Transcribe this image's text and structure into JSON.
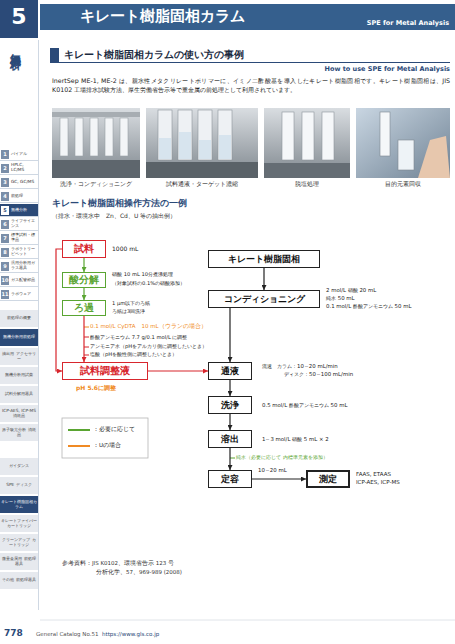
{
  "diagram": {
    "title": "キレート樹脂固相カラム",
    "nodes": [
      {
        "text": [
          "SPE for Metal Analysis"
        ]
      },
      {
        "text": [
          "1",
          "バイアル"
        ]
      },
      {
        "text": [
          "2",
          "HPLC, LC/MS"
        ]
      },
      {
        "text": [
          "3",
          "GC, GC/MS"
        ]
      },
      {
        "text": [
          "4",
          "前処理"
        ]
      },
      {
        "text": [
          "5",
          "無機分析"
        ]
      },
      {
        "text": [
          "6",
          "ライフサイエンス"
        ]
      },
      {
        "text": [
          "7",
          "標準試料・標準品"
        ]
      },
      {
        "text": [
          "8",
          "ラボラトリー ピペット"
        ]
      },
      {
        "text": [
          "9",
          "汎用分析用ガラス器具"
        ]
      },
      {
        "text": [
          "10",
          "ガス配管部品"
        ]
      },
      {
        "text": [
          "11",
          "ラボウェア"
        ]
      },
      {
        "text": [
          "前処理の概要"
        ]
      },
      {
        "text": [
          "無機分析用前処理"
        ]
      },
      {
        "text": [
          "抽出用 アクセサリー"
        ]
      },
      {
        "text": [
          "無機分析用試薬"
        ]
      },
      {
        "text": [
          "試料分解用器具"
        ]
      },
      {
        "text": [
          "ICP-AES, ICP-MS 消耗品"
        ]
      },
      {
        "text": [
          "原子吸光分析 消耗品"
        ]
      },
      {
        "text": [
          "ガイダンス"
        ]
      },
      {
        "text": [
          "SPE ディスク"
        ]
      },
      {
        "text": [
          "キレート樹脂固相カラム"
        ]
      },
      {
        "text": [
          "キレートファイバー カートリッジ"
        ]
      },
      {
        "text": [
          "クリーンアップ カートリッジ"
        ]
      },
      {
        "text": [
          "微量金属用 前処理器具"
        ]
      },
      {
        "text": [
          "その他 前処理器具"
        ]
      },
      {
        "text": [
          "キレート樹脂固相カラムの使い方の事例"
        ]
      },
      {
        "text": [
          "試料"
        ]
      },
      {
        "text": [
          "酸分解"
        ]
      },
      {
        "text": [
          "ろ過"
        ]
      },
      {
        "text": [
          "試料調整液"
        ]
      },
      {
        "text": [
          "キレート樹脂固相"
        ]
      },
      {
        "text": [
          "コンディショニング"
        ]
      },
      {
        "text": [
          "通液"
        ]
      },
      {
        "text": [
          "洗浄"
        ]
      },
      {
        "text": [
          "溶出"
        ]
      },
      {
        "text": [
          "定容"
        ]
      },
      {
        "text": [
          "測定"
        ]
      }
    ],
    "edges": [
      {
        "from": 27,
        "to": 28,
        "arrow": "to"
      },
      {
        "from": 28,
        "to": 29,
        "arrow": "to"
      },
      {
        "from": 29,
        "to": 30,
        "arrow": "to"
      },
      {
        "from": 27,
        "to": 30,
        "arrow": "to"
      },
      {
        "from": 30,
        "to": 33,
        "arrow": "to"
      },
      {
        "from": 31,
        "to": 32,
        "arrow": "to"
      },
      {
        "from": 32,
        "to": 33,
        "arrow": "to"
      },
      {
        "from": 33,
        "to": 34,
        "arrow": "to"
      },
      {
        "from": 34,
        "to": 35,
        "arrow": "to"
      },
      {
        "from": 35,
        "to": 36,
        "arrow": "to"
      },
      {
        "from": 36,
        "to": 37,
        "arrow": "to"
      }
    ],
    "labels": [
      "5",
      "無機分析",
      "How to use SPE for Metal Analysis",
      "InertSep ME-1, ME-2 は、親水性メタクリレートポリマーに、イミノ二酢酸基を導入したキレート樹脂固相です。キレート樹脂固相は、JIS K0102 工場排水試験方法、厚生労働省告示等で重金属の前処理として利用されています。",
      "洗浄・コンディショニング",
      "試料通液・ターゲット濃縮",
      "脱塩処理",
      "目的元素回収",
      "キレート樹脂固相操作方法の一例",
      "（排水・環境水中　Zn、Cd、U 等の抽出例）",
      "1000 mL",
      "硝酸 10 mL 10分煮沸処理",
      "（対象試料の0.1%の硝酸添加）",
      "1 µm以下のろ紙",
      "ろ紙は3回洗浄",
      "0.1 mol/L CyDTA　10 mL（ウランの場合）",
      "酢酸アンモニウム 7.7 g/0.1 mol/L に調整",
      "アンモニア水（pHをアルカリ側に調整したいとき）",
      "塩酸（pHを酸性側に調整したいとき）",
      "pH 5.6に調整",
      "2 mol/L 硝酸 20 mL",
      "純水 50 mL",
      "0.1 mol/L 酢酸アンモニウム 50 mL",
      "流速　カラム：10～20 mL/min",
      "ディスク：50～100 mL/min",
      "0.5 mol/L 酢酸アンモニウム 50 mL",
      "1～3 mol/L 硝酸 5 mL × 2",
      "純水（必要に応じて 内標準元素を添加）",
      "10～20 mL",
      "FAAS, ETAAS",
      "ICP-AES, ICP-MS",
      "参考資料：JIS K0102、環境省告示 123 号",
      "分析化学、57、969-989 (2008)",
      "778",
      "General Catalog No.51",
      "https://www.gls.co.jp"
    ],
    "legend": [
      {
        "text": "：必要に応じて"
      },
      {
        "text": "：Uの場合"
      }
    ]
  }
}
